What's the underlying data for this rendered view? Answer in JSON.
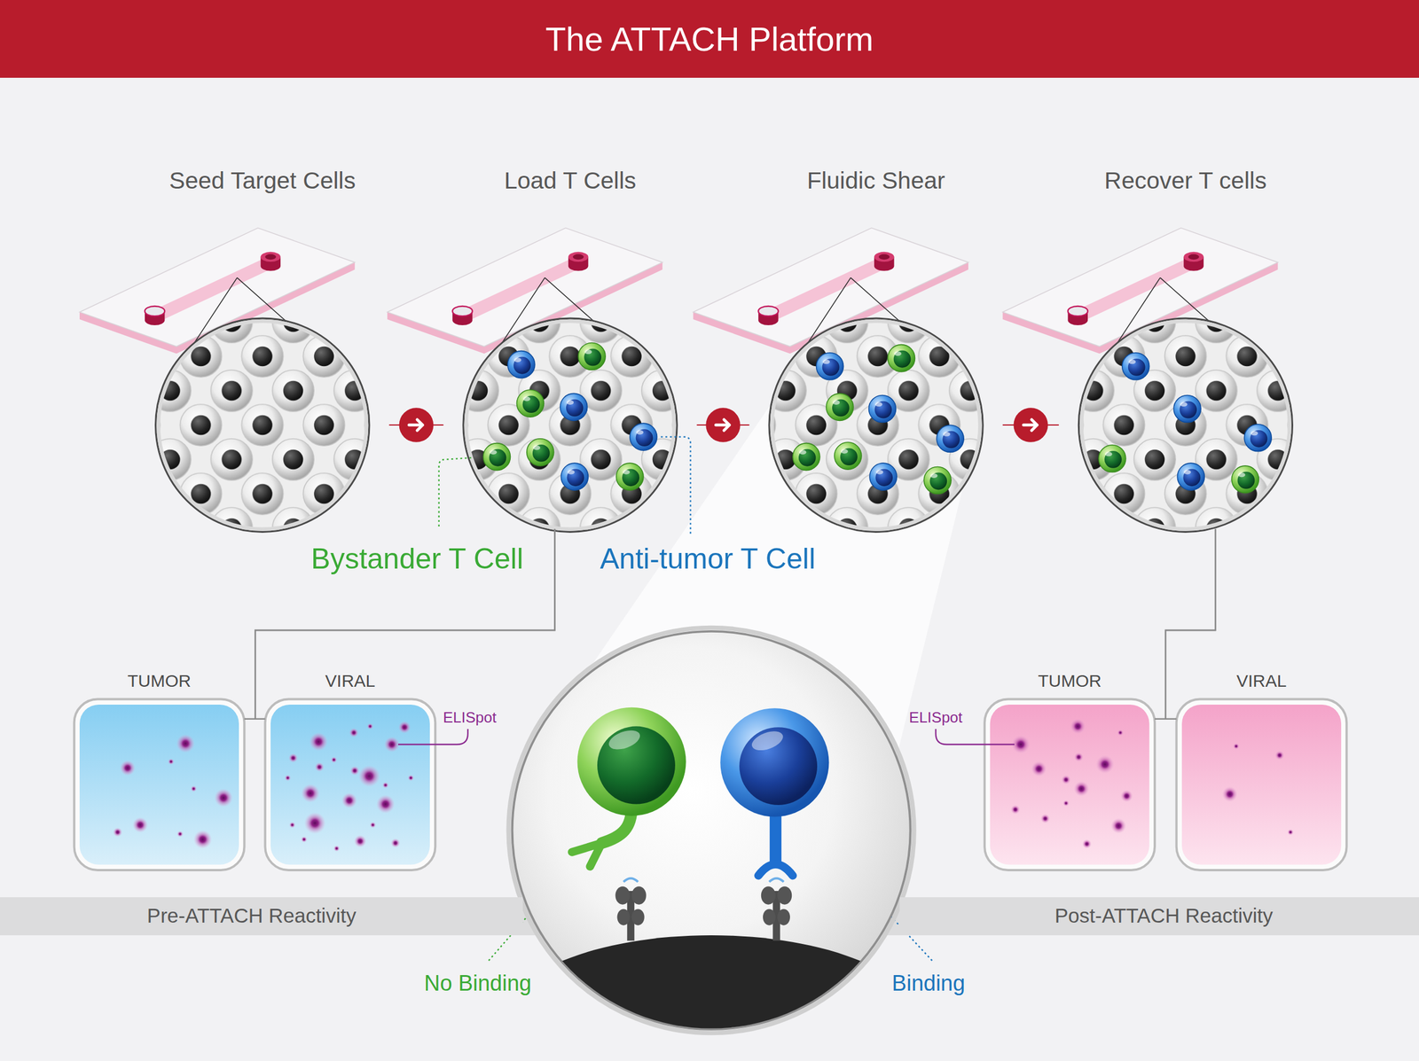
{
  "diagram": {
    "title": "The ATTACH Platform",
    "nodes": [
      {
        "text": [
          "Seed Target Cells"
        ]
      },
      {
        "text": [
          "Load T Cells"
        ]
      },
      {
        "text": [
          "Fluidic Shear"
        ]
      },
      {
        "text": [
          "Recover T cells"
        ]
      },
      {
        "text": [
          "TUMOR"
        ]
      },
      {
        "text": [
          "VIRAL"
        ]
      },
      {
        "text": [
          "Pre-ATTACH Reactivity"
        ]
      },
      {
        "text": [
          "TUMOR"
        ]
      },
      {
        "text": [
          "VIRAL"
        ]
      },
      {
        "text": [
          "Post-ATTACH Reactivity"
        ]
      }
    ],
    "edges": [
      {
        "from": 0,
        "to": 1,
        "arrow": "to"
      },
      {
        "from": 1,
        "to": 2,
        "arrow": "to"
      },
      {
        "from": 2,
        "to": 3,
        "arrow": "to"
      },
      {
        "from": 1,
        "to": 4,
        "arrow": "none"
      },
      {
        "from": 1,
        "to": 5,
        "arrow": "none"
      },
      {
        "from": 3,
        "to": 7,
        "arrow": "none"
      },
      {
        "from": 3,
        "to": 8,
        "arrow": "none"
      }
    ],
    "labels": [
      "Bystander T Cell",
      "Anti-tumor T Cell",
      "ELISpot",
      "ELISpot",
      "No Binding",
      "Binding"
    ]
  }
}
